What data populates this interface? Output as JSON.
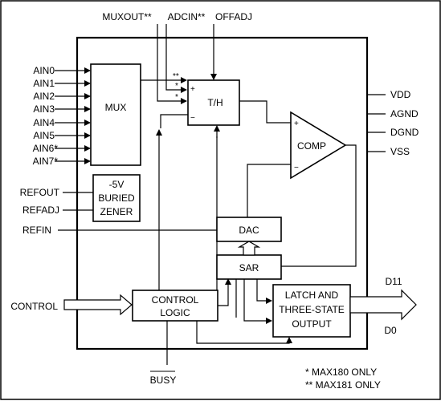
{
  "top_pins": {
    "muxout": "MUXOUT**",
    "adcin": "ADCIN**",
    "offadj": "OFFADJ"
  },
  "left_pins": {
    "ain0": "AIN0",
    "ain1": "AIN1",
    "ain2": "AIN2",
    "ain3": "AIN3",
    "ain4": "AIN4",
    "ain5": "AIN5",
    "ain6": "AIN6*",
    "ain7": "AIN7*",
    "refout": "REFOUT",
    "refadj": "REFADJ",
    "refin": "REFIN",
    "control": "CONTROL"
  },
  "right_pins": {
    "vdd": "VDD",
    "agnd": "AGND",
    "dgnd": "DGND",
    "vss": "VSS",
    "d11": "D11",
    "d0": "D0"
  },
  "bottom_pins": {
    "busy": "BUSY"
  },
  "blocks": {
    "mux": "MUX",
    "th": "T/H",
    "comp": "COMP",
    "zener_line1": "-5V",
    "zener_line2": "BURIED",
    "zener_line3": "ZENER",
    "dac": "DAC",
    "sar": "SAR",
    "control_line1": "CONTROL",
    "control_line2": "LOGIC",
    "latch_line1": "LATCH AND",
    "latch_line2": "THREE-STATE",
    "latch_line3": "OUTPUT"
  },
  "marks": {
    "star2": "**",
    "star1": "*",
    "plus": "+",
    "minus": "−"
  },
  "footnotes": {
    "note1": "*   MAX180 ONLY",
    "note2": "** MAX181 ONLY"
  }
}
